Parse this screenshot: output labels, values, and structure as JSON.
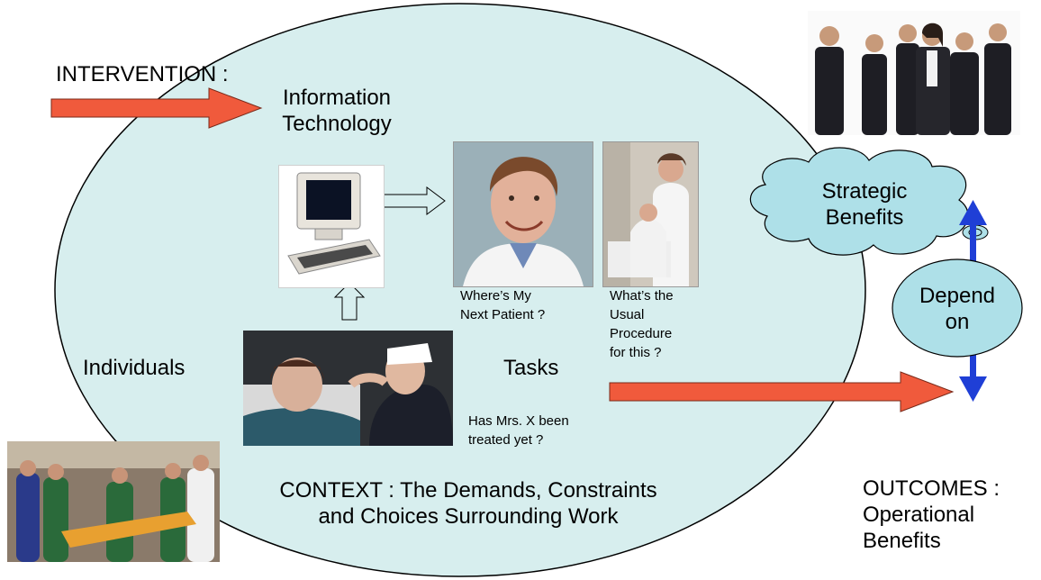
{
  "intervention": {
    "heading": "INTERVENTION :",
    "label_line1": "Information",
    "label_line2": "Technology"
  },
  "context": {
    "line1": "CONTEXT : The Demands, Constraints",
    "line2": "and Choices Surrounding Work"
  },
  "individuals_label": "Individuals",
  "tasks_label": "Tasks",
  "notes": {
    "next_patient_line1": "Where’s My",
    "next_patient_line2": "Next Patient ?",
    "usual_procedure_line1": "What’s the",
    "usual_procedure_line2": "Usual",
    "usual_procedure_line3": "Procedure",
    "usual_procedure_line4": "for this ?",
    "treated_line1": "Has Mrs. X been",
    "treated_line2": "treated yet ?"
  },
  "strategic": {
    "line1": "Strategic",
    "line2": "Benefits"
  },
  "depend": {
    "line1": "Depend",
    "line2": "on"
  },
  "outcomes": {
    "line1": "OUTCOMES :",
    "line2": "Operational",
    "line3": "Benefits"
  },
  "colors": {
    "ellipse_fill": "#d7eeee",
    "cloud_fill": "#aee0e8",
    "red_arrow": "#f05a3c",
    "blue_arrow": "#1f3fd6",
    "outline": "#000000"
  }
}
